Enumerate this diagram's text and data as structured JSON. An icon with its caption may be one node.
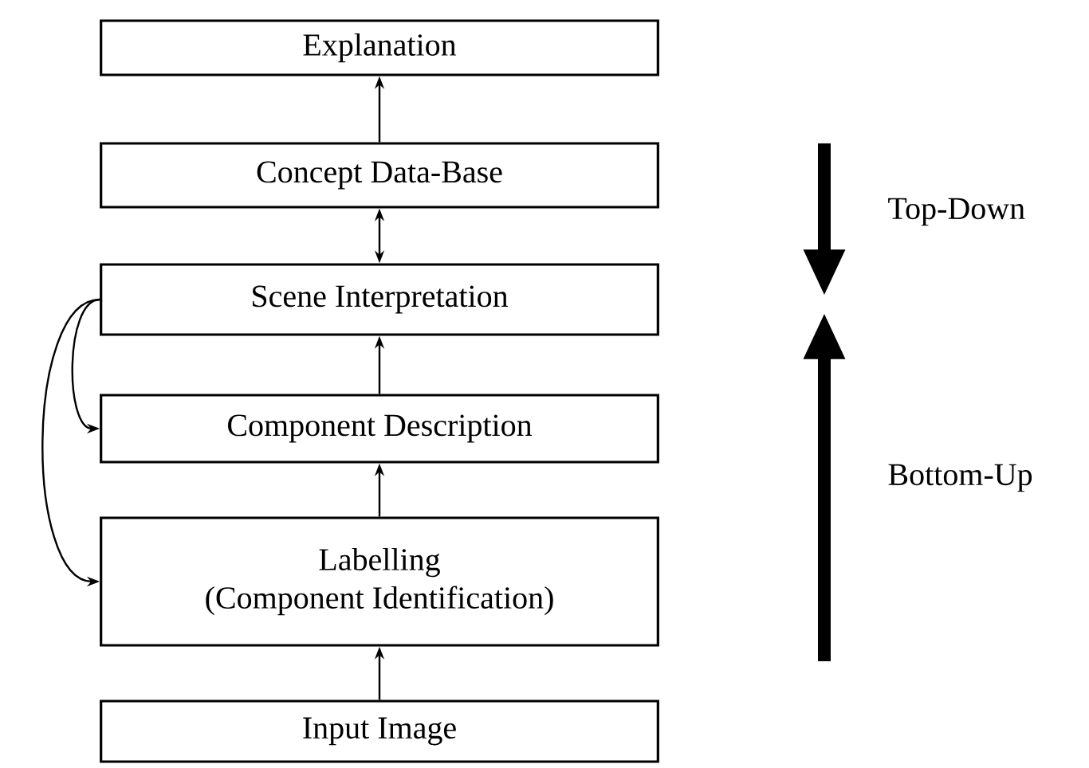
{
  "diagram": {
    "nodes": [
      {
        "text": [
          "Explanation"
        ]
      },
      {
        "text": [
          "Concept Data-Base"
        ]
      },
      {
        "text": [
          "Scene Interpretation"
        ]
      },
      {
        "text": [
          "Component Description"
        ]
      },
      {
        "text": [
          "Labelling",
          "(Component Identification)"
        ]
      },
      {
        "text": [
          "Input Image"
        ]
      }
    ],
    "edges": [
      {
        "from": 5,
        "to": 4,
        "arrow": "to"
      },
      {
        "from": 4,
        "to": 3,
        "arrow": "to"
      },
      {
        "from": 3,
        "to": 2,
        "arrow": "to"
      },
      {
        "from": 2,
        "to": 1,
        "arrow": "both"
      },
      {
        "from": 1,
        "to": 0,
        "arrow": "to"
      },
      {
        "from": 2,
        "to": 3,
        "arrow": "to"
      },
      {
        "from": 2,
        "to": 4,
        "arrow": "to"
      }
    ],
    "labels": [
      "Top-Down",
      "Bottom-Up"
    ]
  }
}
